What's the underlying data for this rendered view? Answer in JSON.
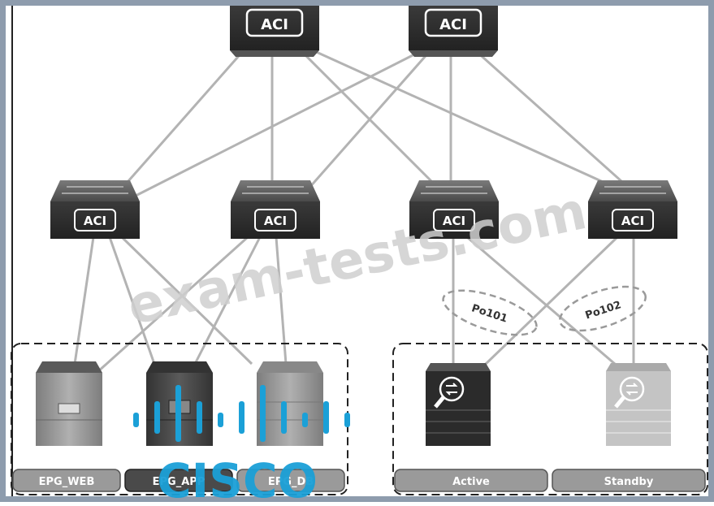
{
  "diagram": {
    "spine_label": "ACI",
    "leaf_label": "ACI",
    "port_channels": [
      "Po101",
      "Po102"
    ],
    "epg_labels": [
      "EPG_WEB",
      "EPG_APP",
      "EPG_DB"
    ],
    "firewall_labels": [
      "Active",
      "Standby"
    ]
  },
  "watermark": {
    "text": "exam-tests.com"
  },
  "logo": {
    "text": "CISCO",
    "color": "#1ba0d7"
  },
  "colors": {
    "frame": "#8e9cad",
    "link": "#b3b3b3",
    "switch_dark": "#2e2e2e",
    "label_dark": "#4a4a4a",
    "label_light": "#9a9a9a"
  }
}
